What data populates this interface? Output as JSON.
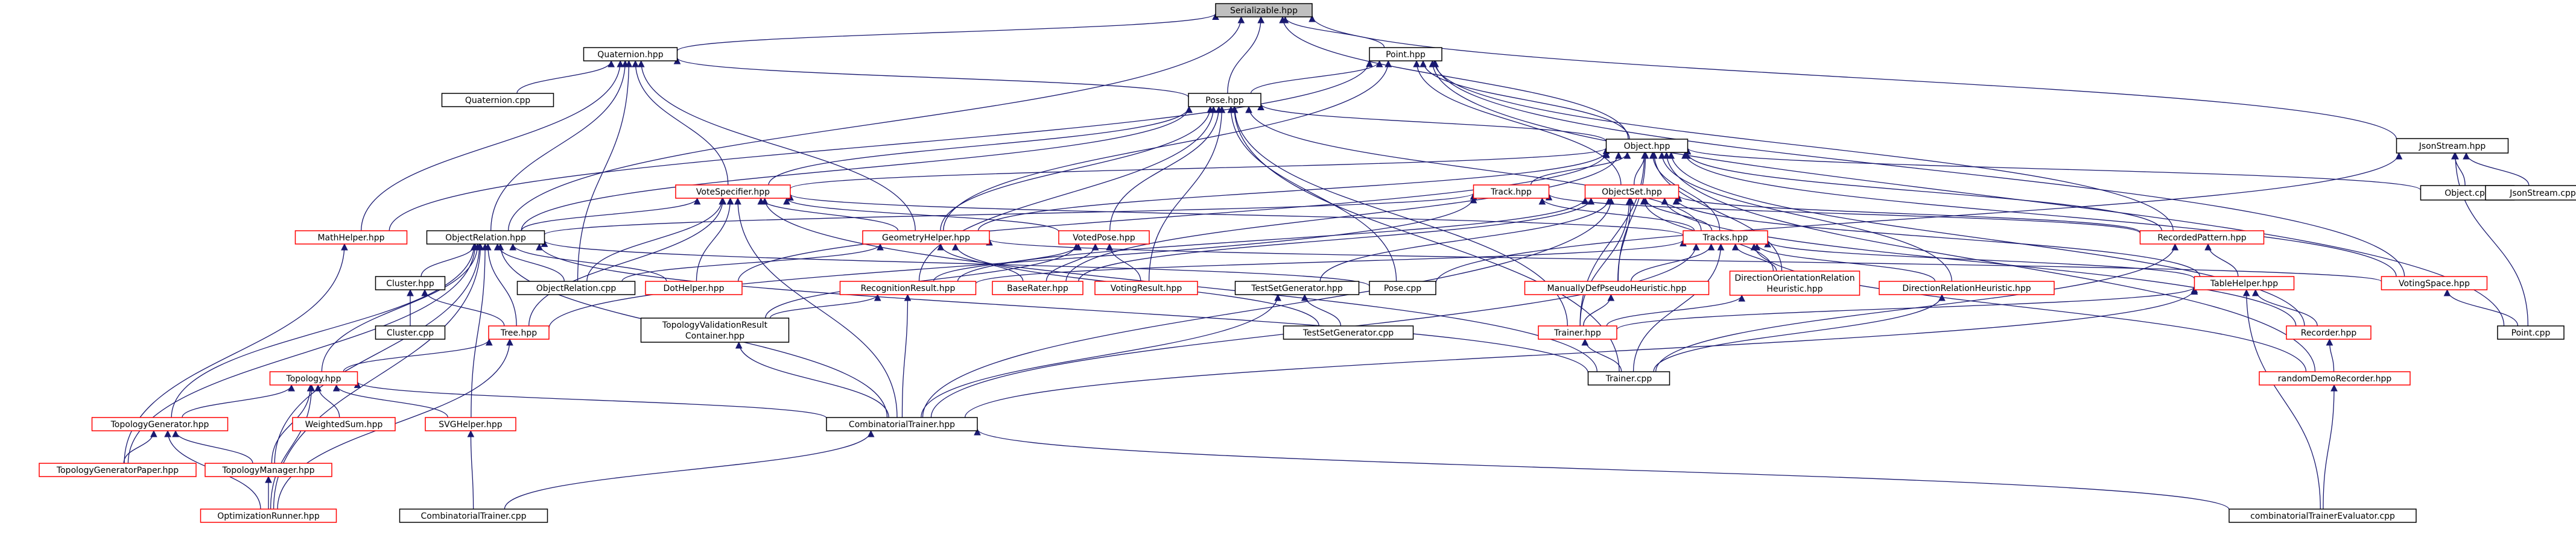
{
  "colors": {
    "edge": "#191970",
    "black_border": "#000000",
    "red_border": "#ff0000",
    "root_fill": "#bfbfbf",
    "node_fill": "#ffffff",
    "text": "#000000"
  },
  "nodes": [
    {
      "id": "serializable",
      "label": "Serializable.hpp",
      "border": "black",
      "root": true
    },
    {
      "id": "quaternion_hpp",
      "label": "Quaternion.hpp",
      "border": "black"
    },
    {
      "id": "point_hpp",
      "label": "Point.hpp",
      "border": "black"
    },
    {
      "id": "jsonstream_hpp",
      "label": "JsonStream.hpp",
      "border": "black"
    },
    {
      "id": "quaternion_cpp",
      "label": "Quaternion.cpp",
      "border": "black"
    },
    {
      "id": "pose_hpp",
      "label": "Pose.hpp",
      "border": "black"
    },
    {
      "id": "object_hpp",
      "label": "Object.hpp",
      "border": "black"
    },
    {
      "id": "object_cpp",
      "label": "Object.cpp",
      "border": "black"
    },
    {
      "id": "jsonstream_cpp",
      "label": "JsonStream.cpp",
      "border": "black"
    },
    {
      "id": "votespecifier_hpp",
      "label": "VoteSpecifier.hpp",
      "border": "red"
    },
    {
      "id": "track_hpp",
      "label": "Track.hpp",
      "border": "red"
    },
    {
      "id": "objectset_hpp",
      "label": "ObjectSet.hpp",
      "border": "red"
    },
    {
      "id": "mathhelper_hpp",
      "label": "MathHelper.hpp",
      "border": "red"
    },
    {
      "id": "objectrelation_hpp",
      "label": "ObjectRelation.hpp",
      "border": "black"
    },
    {
      "id": "geometryhelper_hpp",
      "label": "GeometryHelper.hpp",
      "border": "red"
    },
    {
      "id": "votedpose_hpp",
      "label": "VotedPose.hpp",
      "border": "red"
    },
    {
      "id": "tracks_hpp",
      "label": "Tracks.hpp",
      "border": "red"
    },
    {
      "id": "recordedpattern_hpp",
      "label": "RecordedPattern.hpp",
      "border": "red"
    },
    {
      "id": "cluster_hpp",
      "label": "Cluster.hpp",
      "border": "black"
    },
    {
      "id": "objectrelation_cpp",
      "label": "ObjectRelation.cpp",
      "border": "black"
    },
    {
      "id": "dothelper_hpp",
      "label": "DotHelper.hpp",
      "border": "red"
    },
    {
      "id": "recognitionresult_hpp",
      "label": "RecognitionResult.hpp",
      "border": "red"
    },
    {
      "id": "baserater_hpp",
      "label": "BaseRater.hpp",
      "border": "red"
    },
    {
      "id": "votingresult_hpp",
      "label": "VotingResult.hpp",
      "border": "red"
    },
    {
      "id": "testsetgenerator_hpp",
      "label": "TestSetGenerator.hpp",
      "border": "black"
    },
    {
      "id": "pose_cpp",
      "label": "Pose.cpp",
      "border": "black"
    },
    {
      "id": "manuallydef_hpp",
      "label": "ManuallyDefPseudoHeuristic.hpp",
      "border": "red"
    },
    {
      "id": "directionorientation_hpp",
      "label": "DirectionOrientationRelation Heuristic.hpp",
      "lines": [
        "DirectionOrientationRelation",
        "Heuristic.hpp"
      ],
      "border": "red"
    },
    {
      "id": "directionrelation_hpp",
      "label": "DirectionRelationHeuristic.hpp",
      "border": "red"
    },
    {
      "id": "tablehelper_hpp",
      "label": "TableHelper.hpp",
      "border": "red"
    },
    {
      "id": "votingspace_hpp",
      "label": "VotingSpace.hpp",
      "border": "red"
    },
    {
      "id": "cluster_cpp",
      "label": "Cluster.cpp",
      "border": "black"
    },
    {
      "id": "tree_hpp",
      "label": "Tree.hpp",
      "border": "red"
    },
    {
      "id": "topologyvalidation_hpp",
      "label": "TopologyValidationResult Container.hpp",
      "lines": [
        "TopologyValidationResult",
        "Container.hpp"
      ],
      "border": "black"
    },
    {
      "id": "testsetgenerator_cpp",
      "label": "TestSetGenerator.cpp",
      "border": "black"
    },
    {
      "id": "trainer_hpp",
      "label": "Trainer.hpp",
      "border": "red"
    },
    {
      "id": "recorder_hpp",
      "label": "Recorder.hpp",
      "border": "red"
    },
    {
      "id": "point_cpp",
      "label": "Point.cpp",
      "border": "black"
    },
    {
      "id": "topology_hpp",
      "label": "Topology.hpp",
      "border": "red"
    },
    {
      "id": "trainer_cpp",
      "label": "Trainer.cpp",
      "border": "black"
    },
    {
      "id": "randomdemorecorder_hpp",
      "label": "randomDemoRecorder.hpp",
      "border": "red"
    },
    {
      "id": "topologygenerator_hpp",
      "label": "TopologyGenerator.hpp",
      "border": "red"
    },
    {
      "id": "weightedsum_hpp",
      "label": "WeightedSum.hpp",
      "border": "red"
    },
    {
      "id": "svghelper_hpp",
      "label": "SVGHelper.hpp",
      "border": "red"
    },
    {
      "id": "combinatorialtrainer_hpp",
      "label": "CombinatorialTrainer.hpp",
      "border": "black"
    },
    {
      "id": "topologygeneratorpaper_hpp",
      "label": "TopologyGeneratorPaper.hpp",
      "border": "red"
    },
    {
      "id": "topologymanager_hpp",
      "label": "TopologyManager.hpp",
      "border": "red"
    },
    {
      "id": "combinatorialtrainer_cpp",
      "label": "CombinatorialTrainer.cpp",
      "border": "black"
    },
    {
      "id": "combinatorialtrainerevaluator_cpp",
      "label": "combinatorialTrainerEvaluator.cpp",
      "border": "black"
    },
    {
      "id": "optimizationrunner_hpp",
      "label": "OptimizationRunner.hpp",
      "border": "red"
    }
  ],
  "edges": [
    [
      "serializable",
      "quaternion_hpp"
    ],
    [
      "serializable",
      "point_hpp"
    ],
    [
      "serializable",
      "jsonstream_hpp"
    ],
    [
      "serializable",
      "pose_hpp"
    ],
    [
      "serializable",
      "object_hpp"
    ],
    [
      "serializable",
      "objectrelation_hpp"
    ],
    [
      "quaternion_hpp",
      "quaternion_cpp"
    ],
    [
      "quaternion_hpp",
      "pose_hpp"
    ],
    [
      "quaternion_hpp",
      "votespecifier_hpp"
    ],
    [
      "quaternion_hpp",
      "mathhelper_hpp"
    ],
    [
      "quaternion_hpp",
      "objectrelation_hpp"
    ],
    [
      "quaternion_hpp",
      "geometryhelper_hpp"
    ],
    [
      "quaternion_hpp",
      "objectrelation_cpp"
    ],
    [
      "point_hpp",
      "pose_hpp"
    ],
    [
      "point_hpp",
      "object_hpp"
    ],
    [
      "point_hpp",
      "objectset_hpp"
    ],
    [
      "point_hpp",
      "mathhelper_hpp"
    ],
    [
      "point_hpp",
      "geometryhelper_hpp"
    ],
    [
      "point_hpp",
      "votingspace_hpp"
    ],
    [
      "point_hpp",
      "point_cpp"
    ],
    [
      "point_hpp",
      "recordedpattern_hpp"
    ],
    [
      "jsonstream_hpp",
      "object_cpp"
    ],
    [
      "jsonstream_hpp",
      "jsonstream_cpp"
    ],
    [
      "jsonstream_hpp",
      "point_cpp"
    ],
    [
      "jsonstream_hpp",
      "pose_cpp"
    ],
    [
      "pose_hpp",
      "object_hpp"
    ],
    [
      "pose_hpp",
      "votespecifier_hpp"
    ],
    [
      "pose_hpp",
      "objectrelation_hpp"
    ],
    [
      "pose_hpp",
      "geometryhelper_hpp"
    ],
    [
      "pose_hpp",
      "votedpose_hpp"
    ],
    [
      "pose_hpp",
      "tracks_hpp"
    ],
    [
      "pose_hpp",
      "pose_cpp"
    ],
    [
      "pose_hpp",
      "recognitionresult_hpp"
    ],
    [
      "pose_hpp",
      "votingresult_hpp"
    ],
    [
      "pose_hpp",
      "trainer_hpp"
    ],
    [
      "pose_hpp",
      "trainer_cpp"
    ],
    [
      "object_hpp",
      "object_cpp"
    ],
    [
      "object_hpp",
      "votespecifier_hpp"
    ],
    [
      "object_hpp",
      "track_hpp"
    ],
    [
      "object_hpp",
      "objectset_hpp"
    ],
    [
      "object_hpp",
      "tracks_hpp"
    ],
    [
      "object_hpp",
      "recordedpattern_hpp"
    ],
    [
      "object_hpp",
      "votingspace_hpp"
    ],
    [
      "object_hpp",
      "manuallydef_hpp"
    ],
    [
      "object_hpp",
      "directionorientation_hpp"
    ],
    [
      "object_hpp",
      "directionrelation_hpp"
    ],
    [
      "object_hpp",
      "recorder_hpp"
    ],
    [
      "object_hpp",
      "randomdemorecorder_hpp"
    ],
    [
      "object_hpp",
      "trainer_hpp"
    ],
    [
      "object_hpp",
      "geometryhelper_hpp"
    ],
    [
      "object_hpp",
      "dothelper_hpp"
    ],
    [
      "object_hpp",
      "baserater_hpp"
    ],
    [
      "votespecifier_hpp",
      "objectrelation_hpp"
    ],
    [
      "votespecifier_hpp",
      "votedpose_hpp"
    ],
    [
      "votespecifier_hpp",
      "tracks_hpp"
    ],
    [
      "votespecifier_hpp",
      "dothelper_hpp"
    ],
    [
      "votespecifier_hpp",
      "objectrelation_cpp"
    ],
    [
      "votespecifier_hpp",
      "tree_hpp"
    ],
    [
      "votespecifier_hpp",
      "trainer_cpp"
    ],
    [
      "votespecifier_hpp",
      "combinatorialtrainer_hpp"
    ],
    [
      "votespecifier_hpp",
      "geometryhelper_hpp"
    ],
    [
      "track_hpp",
      "tracks_hpp"
    ],
    [
      "track_hpp",
      "objectrelation_hpp"
    ],
    [
      "track_hpp",
      "tree_hpp"
    ],
    [
      "track_hpp",
      "recordedpattern_hpp"
    ],
    [
      "objectset_hpp",
      "tracks_hpp"
    ],
    [
      "objectset_hpp",
      "recognitionresult_hpp"
    ],
    [
      "objectset_hpp",
      "recordedpattern_hpp"
    ],
    [
      "objectset_hpp",
      "tablehelper_hpp"
    ],
    [
      "objectset_hpp",
      "trainer_hpp"
    ],
    [
      "objectset_hpp",
      "manuallydef_hpp"
    ],
    [
      "objectset_hpp",
      "directionorientation_hpp"
    ],
    [
      "objectset_hpp",
      "testsetgenerator_hpp"
    ],
    [
      "objectset_hpp",
      "baserater_hpp"
    ],
    [
      "objectset_hpp",
      "combinatorialtrainer_hpp"
    ],
    [
      "objectset_hpp",
      "recorder_hpp"
    ],
    [
      "mathhelper_hpp",
      "topologygeneratorpaper_hpp"
    ],
    [
      "objectrelation_hpp",
      "cluster_hpp"
    ],
    [
      "objectrelation_hpp",
      "objectrelation_cpp"
    ],
    [
      "objectrelation_hpp",
      "dothelper_hpp"
    ],
    [
      "objectrelation_hpp",
      "topology_hpp"
    ],
    [
      "objectrelation_hpp",
      "topologygenerator_hpp"
    ],
    [
      "objectrelation_hpp",
      "topologymanager_hpp"
    ],
    [
      "objectrelation_hpp",
      "svghelper_hpp"
    ],
    [
      "objectrelation_hpp",
      "combinatorialtrainer_hpp"
    ],
    [
      "objectrelation_hpp",
      "topologygeneratorpaper_hpp"
    ],
    [
      "objectrelation_hpp",
      "optimizationrunner_hpp"
    ],
    [
      "objectrelation_hpp",
      "tree_hpp"
    ],
    [
      "objectrelation_hpp",
      "trainer_cpp"
    ],
    [
      "objectrelation_hpp",
      "pose_cpp"
    ],
    [
      "geometryhelper_hpp",
      "objectrelation_cpp"
    ],
    [
      "geometryhelper_hpp",
      "baserater_hpp"
    ],
    [
      "geometryhelper_hpp",
      "testsetgenerator_cpp"
    ],
    [
      "geometryhelper_hpp",
      "votingspace_hpp"
    ],
    [
      "votedpose_hpp",
      "baserater_hpp"
    ],
    [
      "votedpose_hpp",
      "votingresult_hpp"
    ],
    [
      "votedpose_hpp",
      "recognitionresult_hpp"
    ],
    [
      "votedpose_hpp",
      "topologyvalidation_hpp"
    ],
    [
      "tracks_hpp",
      "manuallydef_hpp"
    ],
    [
      "tracks_hpp",
      "directionorientation_hpp"
    ],
    [
      "tracks_hpp",
      "directionrelation_hpp"
    ],
    [
      "tracks_hpp",
      "trainer_cpp"
    ],
    [
      "tracks_hpp",
      "randomdemorecorder_hpp"
    ],
    [
      "tracks_hpp",
      "tablehelper_hpp"
    ],
    [
      "tracks_hpp",
      "combinatorialtrainer_hpp"
    ],
    [
      "tracks_hpp",
      "recognitionresult_hpp"
    ],
    [
      "recordedpattern_hpp",
      "tablehelper_hpp"
    ],
    [
      "recordedpattern_hpp",
      "trainer_cpp"
    ],
    [
      "cluster_hpp",
      "cluster_cpp"
    ],
    [
      "cluster_hpp",
      "tree_hpp"
    ],
    [
      "recognitionresult_hpp",
      "topologyvalidation_hpp"
    ],
    [
      "recognitionresult_hpp",
      "combinatorialtrainer_hpp"
    ],
    [
      "testsetgenerator_hpp",
      "testsetgenerator_cpp"
    ],
    [
      "testsetgenerator_hpp",
      "combinatorialtrainer_hpp"
    ],
    [
      "manuallydef_hpp",
      "trainer_hpp"
    ],
    [
      "directionorientation_hpp",
      "trainer_hpp"
    ],
    [
      "directionrelation_hpp",
      "trainer_cpp"
    ],
    [
      "tablehelper_hpp",
      "trainer_hpp"
    ],
    [
      "tablehelper_hpp",
      "recorder_hpp"
    ],
    [
      "tablehelper_hpp",
      "combinatorialtrainer_hpp"
    ],
    [
      "tablehelper_hpp",
      "combinatorialtrainerevaluator_cpp"
    ],
    [
      "votingspace_hpp",
      "point_cpp"
    ],
    [
      "tree_hpp",
      "topology_hpp"
    ],
    [
      "tree_hpp",
      "optimizationrunner_hpp"
    ],
    [
      "topologyvalidation_hpp",
      "combinatorialtrainer_hpp"
    ],
    [
      "trainer_hpp",
      "trainer_cpp"
    ],
    [
      "recorder_hpp",
      "randomdemorecorder_hpp"
    ],
    [
      "topology_hpp",
      "topologygenerator_hpp"
    ],
    [
      "topology_hpp",
      "weightedsum_hpp"
    ],
    [
      "topology_hpp",
      "svghelper_hpp"
    ],
    [
      "topology_hpp",
      "combinatorialtrainer_hpp"
    ],
    [
      "topology_hpp",
      "topologymanager_hpp"
    ],
    [
      "topology_hpp",
      "optimizationrunner_hpp"
    ],
    [
      "randomdemorecorder_hpp",
      "combinatorialtrainerevaluator_cpp"
    ],
    [
      "topologygenerator_hpp",
      "topologygeneratorpaper_hpp"
    ],
    [
      "topologygenerator_hpp",
      "topologymanager_hpp"
    ],
    [
      "topologygenerator_hpp",
      "optimizationrunner_hpp"
    ],
    [
      "svghelper_hpp",
      "combinatorialtrainer_cpp"
    ],
    [
      "combinatorialtrainer_hpp",
      "combinatorialtrainer_cpp"
    ],
    [
      "combinatorialtrainer_hpp",
      "combinatorialtrainerevaluator_cpp"
    ],
    [
      "topologymanager_hpp",
      "optimizationrunner_hpp"
    ]
  ]
}
